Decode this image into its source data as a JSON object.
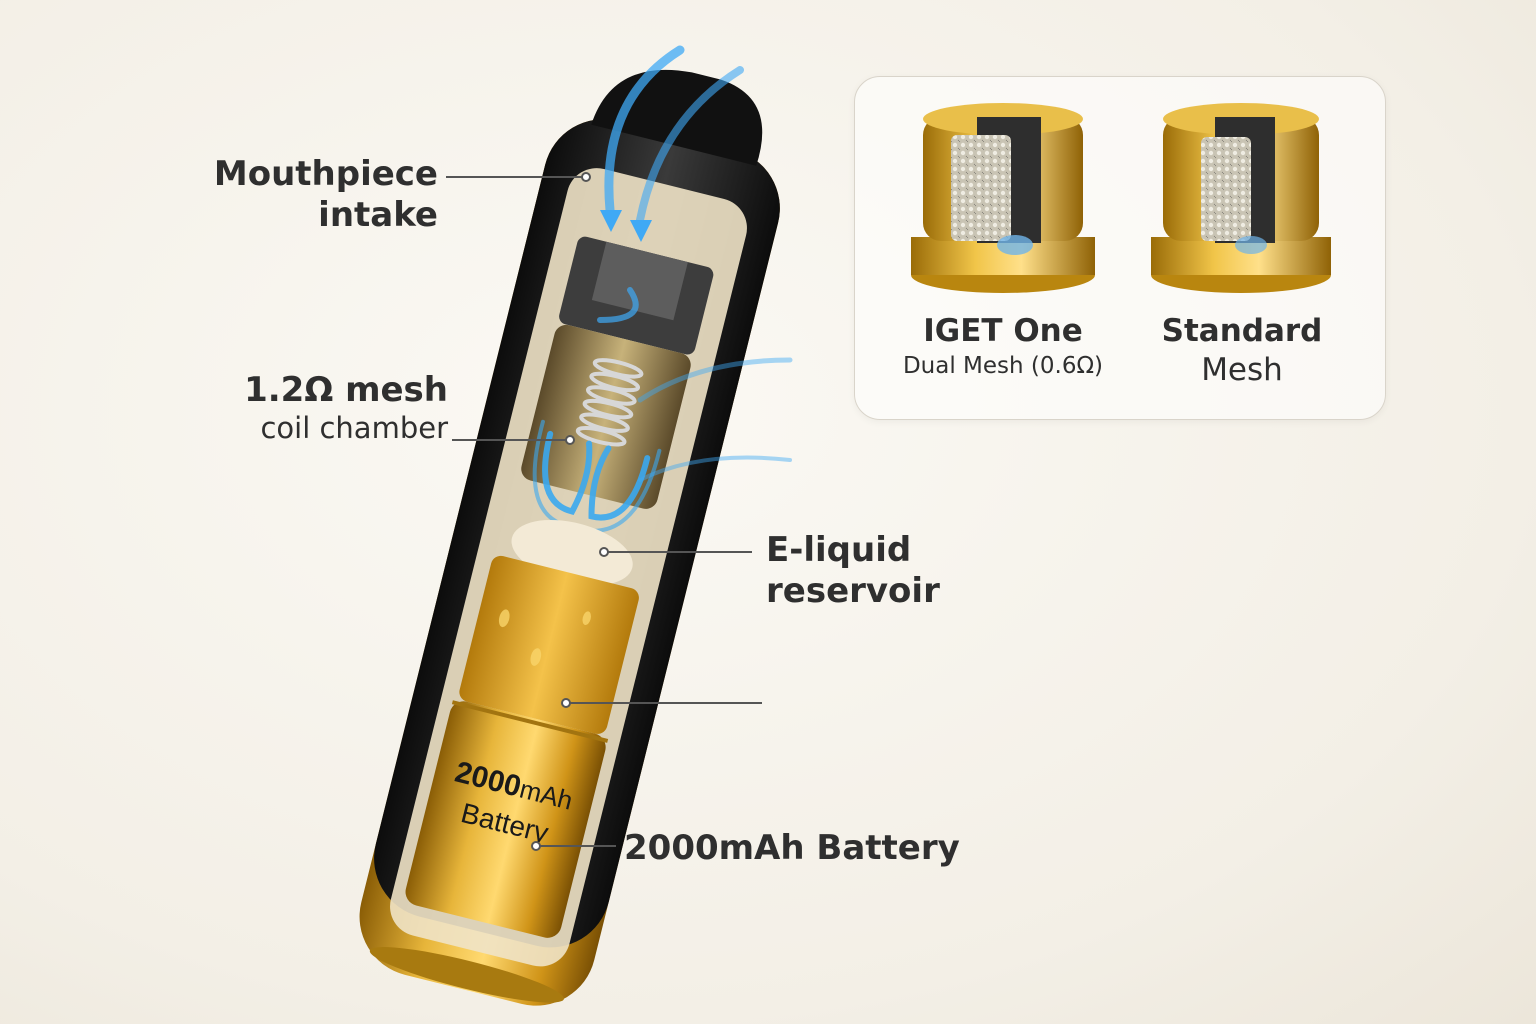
{
  "labels": {
    "mouthpiece": {
      "line1": "Mouthpiece",
      "line2": "intake"
    },
    "mesh": {
      "line1": "1.2Ω mesh",
      "line2": "coil chamber"
    },
    "eliquid": {
      "line1": "E-liquid",
      "line2": "reservoir"
    },
    "battery": "2000mAh Battery"
  },
  "device_battery_print": {
    "line1": "2000",
    "unit": "mAh",
    "line2": "Battery"
  },
  "comparison": {
    "left": {
      "title": "IGET One",
      "subtitle": "Dual Mesh (0.6Ω)"
    },
    "right": {
      "title": "Standard",
      "subtitle": "Mesh"
    }
  },
  "colors": {
    "gold": "#d9a21a",
    "shell": "#1b1b1b",
    "airflow": "#3aa8f0",
    "text": "#2f2f2f"
  }
}
